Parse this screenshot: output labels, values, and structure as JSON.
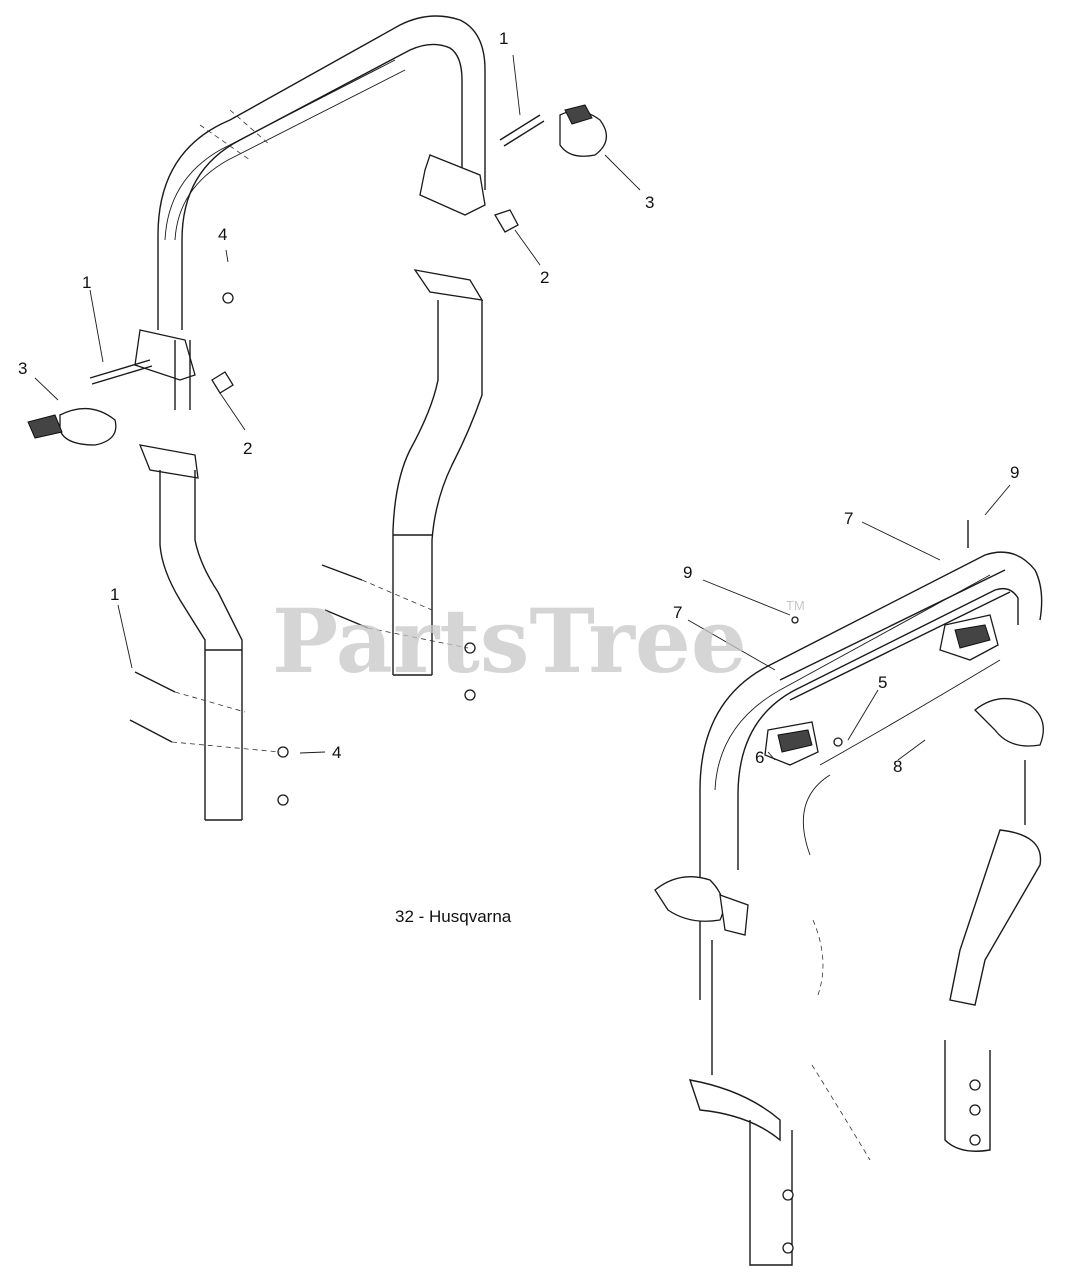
{
  "watermark": {
    "text": "PartsTree",
    "trademark": "TM"
  },
  "caption": "32 - Husqvarna",
  "callouts": [
    {
      "id": "c1a",
      "label": "1"
    },
    {
      "id": "c3a",
      "label": "3"
    },
    {
      "id": "c2a",
      "label": "2"
    },
    {
      "id": "c4a",
      "label": "4"
    },
    {
      "id": "c1b",
      "label": "1"
    },
    {
      "id": "c3b",
      "label": "3"
    },
    {
      "id": "c2b",
      "label": "2"
    },
    {
      "id": "c1c",
      "label": "1"
    },
    {
      "id": "c4b",
      "label": "4"
    },
    {
      "id": "c9a",
      "label": "9"
    },
    {
      "id": "c7a",
      "label": "7"
    },
    {
      "id": "c9b",
      "label": "9"
    },
    {
      "id": "c7b",
      "label": "7"
    },
    {
      "id": "c5",
      "label": "5"
    },
    {
      "id": "c6",
      "label": "6"
    },
    {
      "id": "c8",
      "label": "8"
    }
  ]
}
